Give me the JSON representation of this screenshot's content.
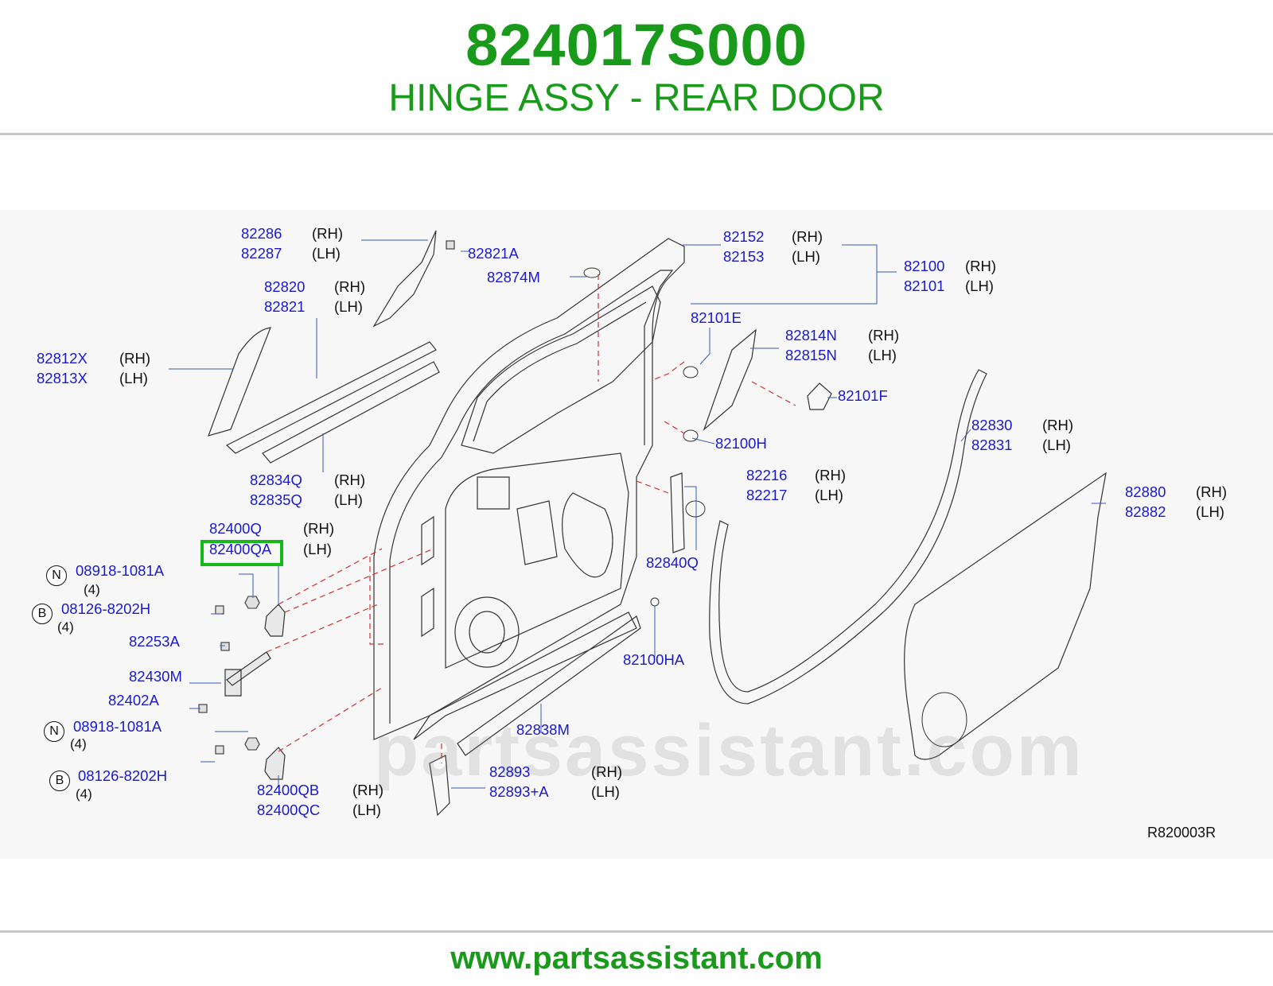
{
  "header": {
    "part_number": "824017S000",
    "part_name": "HINGE ASSY - REAR DOOR"
  },
  "watermark": "partsassistant.com",
  "diagram": {
    "reference": "R820003R",
    "labels": [
      {
        "id": "82286",
        "text": "82286",
        "side": "(RH)"
      },
      {
        "id": "82287",
        "text": "82287",
        "side": "(LH)"
      },
      {
        "id": "82821A",
        "text": "82821A"
      },
      {
        "id": "82874M",
        "text": "82874M"
      },
      {
        "id": "82152",
        "text": "82152",
        "side": "(RH)"
      },
      {
        "id": "82153",
        "text": "82153",
        "side": "(LH)"
      },
      {
        "id": "82100",
        "text": "82100",
        "side": "(RH)"
      },
      {
        "id": "82101",
        "text": "82101",
        "side": "(LH)"
      },
      {
        "id": "82820",
        "text": "82820",
        "side": "(RH)"
      },
      {
        "id": "82821",
        "text": "82821",
        "side": "(LH)"
      },
      {
        "id": "82101E",
        "text": "82101E"
      },
      {
        "id": "82814N",
        "text": "82814N",
        "side": "(RH)"
      },
      {
        "id": "82815N",
        "text": "82815N",
        "side": "(LH)"
      },
      {
        "id": "82812X",
        "text": "82812X",
        "side": "(RH)"
      },
      {
        "id": "82813X",
        "text": "82813X",
        "side": "(LH)"
      },
      {
        "id": "82101F",
        "text": "82101F"
      },
      {
        "id": "82830",
        "text": "82830",
        "side": "(RH)"
      },
      {
        "id": "82831",
        "text": "82831",
        "side": "(LH)"
      },
      {
        "id": "82100H",
        "text": "82100H"
      },
      {
        "id": "82834Q",
        "text": "82834Q",
        "side": "(RH)"
      },
      {
        "id": "82835Q",
        "text": "82835Q",
        "side": "(LH)"
      },
      {
        "id": "82216",
        "text": "82216",
        "side": "(RH)"
      },
      {
        "id": "82217",
        "text": "82217",
        "side": "(LH)"
      },
      {
        "id": "82880",
        "text": "82880",
        "side": "(RH)"
      },
      {
        "id": "82882",
        "text": "82882",
        "side": "(LH)"
      },
      {
        "id": "82400Q",
        "text": "82400Q",
        "side": "(RH)"
      },
      {
        "id": "82400QA",
        "text": "82400QA",
        "side": "(LH)",
        "highlighted": true
      },
      {
        "id": "82840Q",
        "text": "82840Q"
      },
      {
        "id": "08918-1081A-1",
        "text": "08918-1081A",
        "prefix": "N",
        "qty": "(4)"
      },
      {
        "id": "08126-8202H-1",
        "text": "08126-8202H",
        "prefix": "B",
        "qty": "(4)"
      },
      {
        "id": "82253A",
        "text": "82253A"
      },
      {
        "id": "82100HA",
        "text": "82100HA"
      },
      {
        "id": "82430M",
        "text": "82430M"
      },
      {
        "id": "82402A",
        "text": "82402A"
      },
      {
        "id": "82838M",
        "text": "82838M"
      },
      {
        "id": "08918-1081A-2",
        "text": "08918-1081A",
        "prefix": "N",
        "qty": "(4)"
      },
      {
        "id": "82893",
        "text": "82893",
        "side": "(RH)"
      },
      {
        "id": "82893A",
        "text": "82893+A",
        "side": "(LH)"
      },
      {
        "id": "08126-8202H-2",
        "text": "08126-8202H",
        "prefix": "B",
        "qty": "(4)"
      },
      {
        "id": "82400QB",
        "text": "82400QB",
        "side": "(RH)"
      },
      {
        "id": "82400QC",
        "text": "82400QC",
        "side": "(LH)"
      }
    ]
  },
  "footer": {
    "url": "www.partsassistant.com"
  },
  "colors": {
    "title_green": "#1a9a1a",
    "label_blue": "#1a1acc",
    "highlight_green": "#19b819",
    "dashed_red": "#d43030"
  }
}
